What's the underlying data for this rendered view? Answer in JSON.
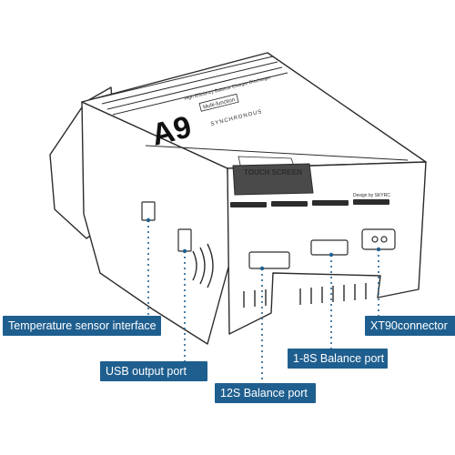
{
  "product": {
    "model": "A9",
    "subtitle": "SYNCHRONOUS",
    "badge": "Multi-function",
    "top_caption": "High Efficiency Balance Charger Discharger",
    "touch_screen": "TOUCH SCREEN",
    "design_by": "Design by SKYRC"
  },
  "labels": {
    "temperature": "Temperature sensor interface",
    "usb": "USB output port",
    "balance_12s": "12S Balance port",
    "balance_1_8s": "1-8S Balance port",
    "xt90": "XT90connector"
  },
  "colors": {
    "label_bg": "#1f5f8f",
    "callout_line": "#1f5f8f",
    "outline": "#2c2c2c",
    "screen_bg": "#4a4a4a"
  }
}
